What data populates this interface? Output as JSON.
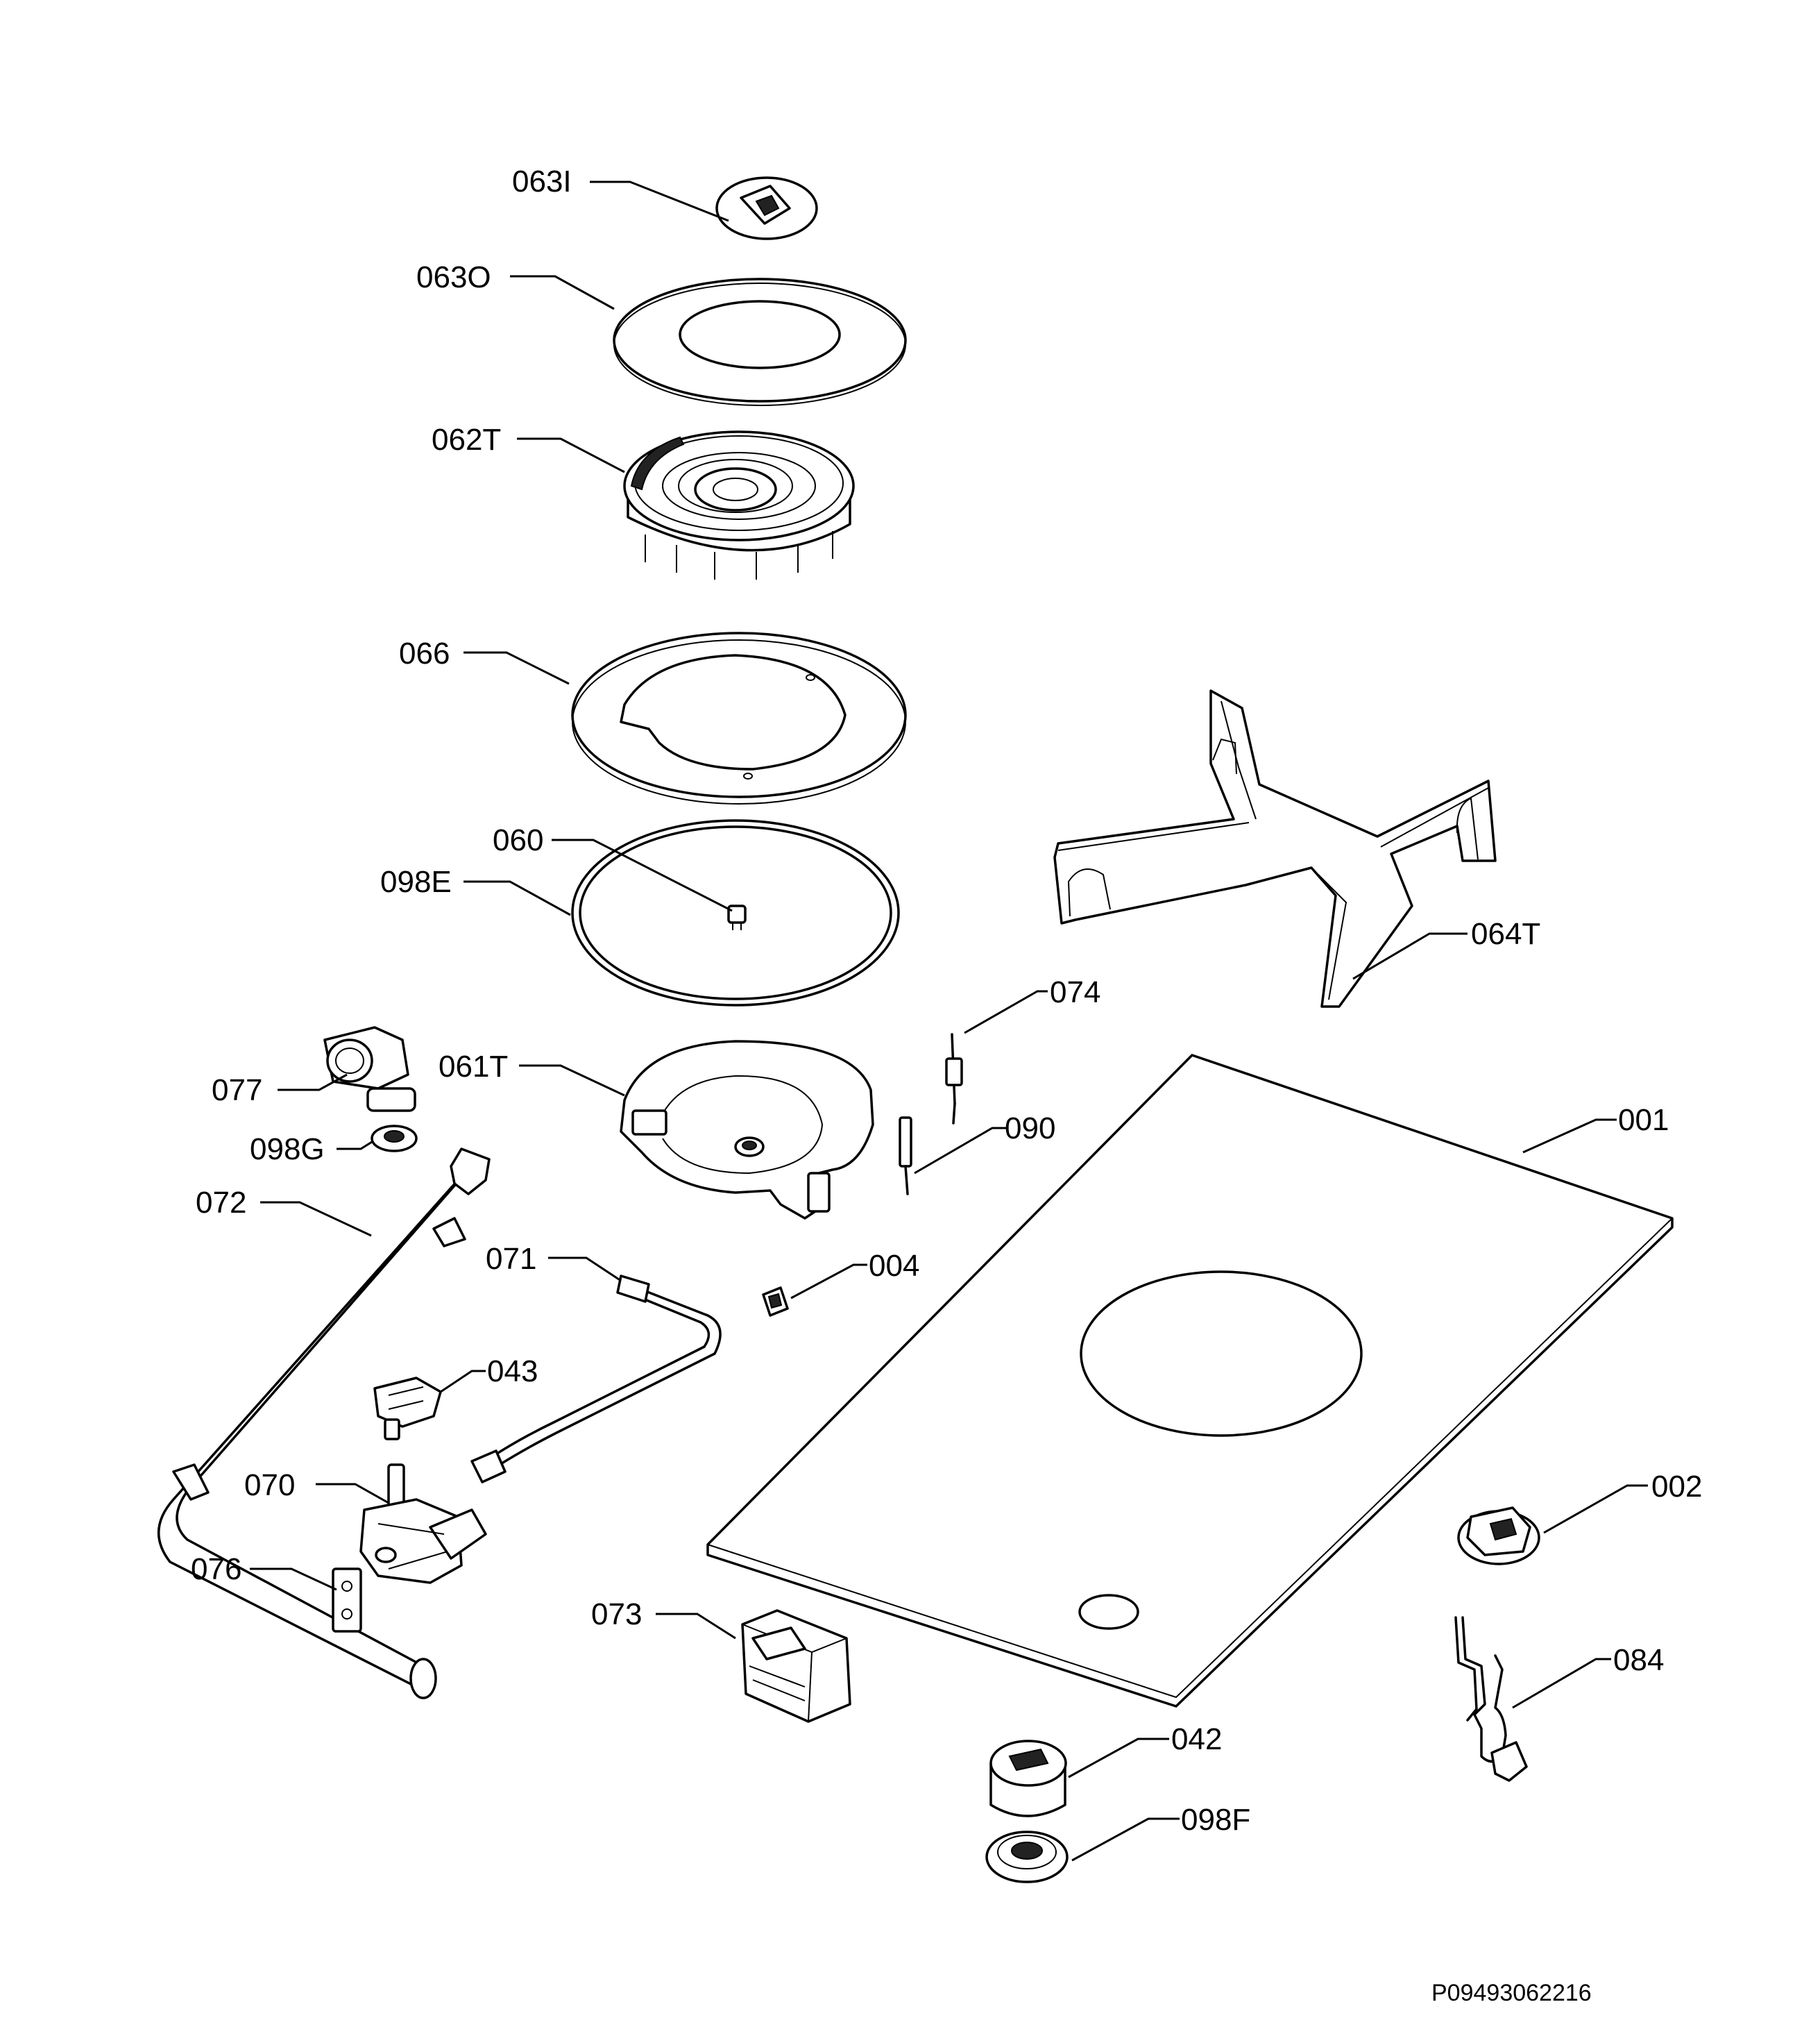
{
  "parts": [
    {
      "id": "p063I",
      "label": "063I"
    },
    {
      "id": "p063O",
      "label": "063O"
    },
    {
      "id": "p062T",
      "label": "062T"
    },
    {
      "id": "p066",
      "label": "066"
    },
    {
      "id": "p060",
      "label": "060"
    },
    {
      "id": "p098E",
      "label": "098E"
    },
    {
      "id": "p064T",
      "label": "064T"
    },
    {
      "id": "p074",
      "label": "074"
    },
    {
      "id": "p077",
      "label": "077"
    },
    {
      "id": "p061T",
      "label": "061T"
    },
    {
      "id": "p098G",
      "label": "098G"
    },
    {
      "id": "p090",
      "label": "090"
    },
    {
      "id": "p001",
      "label": "001"
    },
    {
      "id": "p072",
      "label": "072"
    },
    {
      "id": "p071",
      "label": "071"
    },
    {
      "id": "p004",
      "label": "004"
    },
    {
      "id": "p043",
      "label": "043"
    },
    {
      "id": "p070",
      "label": "070"
    },
    {
      "id": "p002",
      "label": "002"
    },
    {
      "id": "p076",
      "label": "076"
    },
    {
      "id": "p073",
      "label": "073"
    },
    {
      "id": "p084",
      "label": "084"
    },
    {
      "id": "p042",
      "label": "042"
    },
    {
      "id": "p098F",
      "label": "098F"
    }
  ],
  "drawing_code": "P09493062216"
}
